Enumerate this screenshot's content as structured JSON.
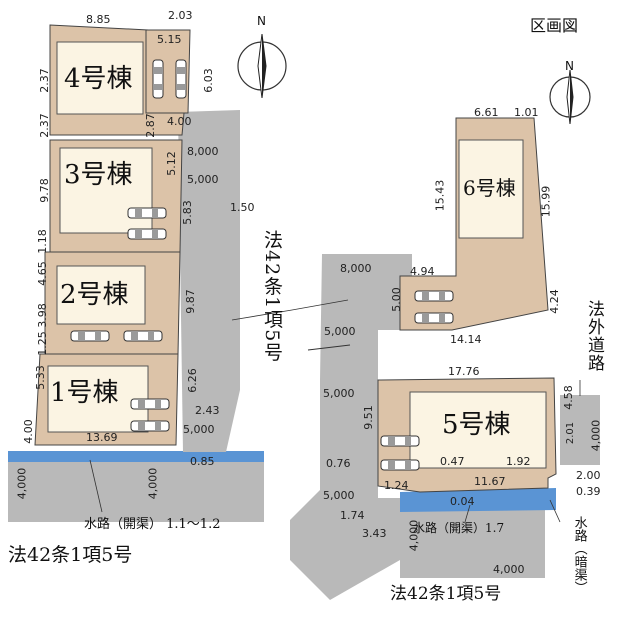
{
  "title": "区画図",
  "north": "N",
  "lots": {
    "lot4": "4号棟",
    "lot3": "3号棟",
    "lot2": "2号棟",
    "lot1": "1号棟",
    "lot6": "6号棟",
    "lot5": "5号棟"
  },
  "dims": {
    "d885": "8.85",
    "d203": "2.03",
    "d515": "5.15",
    "d237a": "2.37",
    "d603": "6.03",
    "d237b": "2.37",
    "d287": "2.87",
    "d400a": "4.00",
    "d8000a": "8,000",
    "d512": "5.12",
    "d5000a": "5,000",
    "d978": "9.78",
    "d583": "5.83",
    "d150": "1.50",
    "d118": "1.18",
    "d465": "4.65",
    "d398": "3.98",
    "d987": "9.87",
    "d125": "1.25",
    "d533": "5.33",
    "d626": "6.26",
    "d243": "2.43",
    "d400b": "4.00",
    "d5000b": "5,000",
    "d1369": "13.69",
    "d085": "0.85",
    "d4000a": "4,000",
    "d4000b": "4,000",
    "d661": "6.61",
    "d101": "1.01",
    "d1543": "15.43",
    "d1599": "15.99",
    "d8000b": "8,000",
    "d494": "4.94",
    "d500": "5.00",
    "d424": "4.24",
    "d5000c": "5,000",
    "d1414": "14.14",
    "d1776": "17.76",
    "d5000d": "5,000",
    "d951": "9.51",
    "d458": "4.58",
    "d201": "2.01",
    "d4000c": "4,000",
    "d076": "0.76",
    "d047": "0.47",
    "d192": "1.92",
    "d200": "2.00",
    "d124": "1.24",
    "d1167": "11.67",
    "d039": "0.39",
    "d5000e": "5,000",
    "d004": "0.04",
    "d174": "1.74",
    "d343": "3.43",
    "d4000d": "4,000",
    "d4000e": "4,000"
  },
  "labels": {
    "law_road_vertical": "法42条1項5号",
    "law_road_left": "法42条1項5号",
    "law_road_right": "法42条1項5号",
    "outside_road": "法外道路",
    "waterway_left": "水路（開渠） 1.1～1.2",
    "waterway_right": "水路（開渠）1.7",
    "waterway_culvert": "水路（暗渠）"
  },
  "colors": {
    "lot": "#dcc3a8",
    "road": "#b9b9b9",
    "water": "#5a94d4",
    "building": "#fbf4e3",
    "outline": "#444444"
  }
}
